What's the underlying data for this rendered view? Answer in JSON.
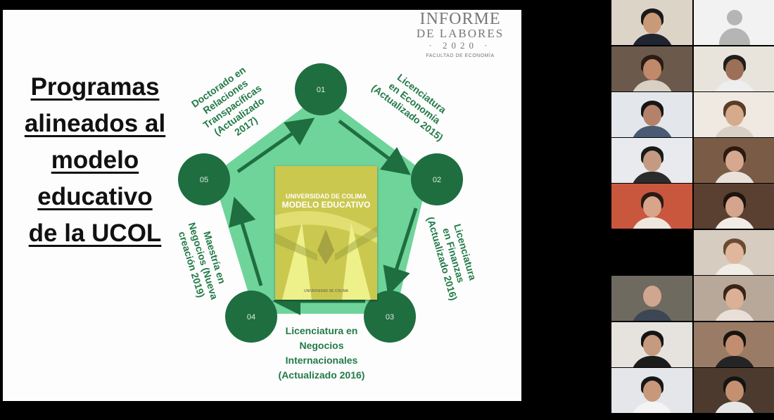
{
  "slide": {
    "title_lines": [
      "Programas",
      "alineados al",
      "modelo",
      "educativo",
      "de la UCOL"
    ],
    "logo": {
      "line1": "INFORME",
      "line2": "DE LABORES",
      "line3": "· 2020 ·",
      "line4": "FACULTAD DE ECONOMÍA"
    },
    "nodes": [
      "01",
      "02",
      "03",
      "04",
      "05"
    ],
    "programs": {
      "p01": [
        "Licenciatura",
        "en Economía",
        "(Actualizado 2015)"
      ],
      "p02": [
        "Licenciatura",
        "en Finanzas",
        "(Actualizado 2016)"
      ],
      "p03": [
        "Licenciatura en",
        "Negocios",
        "Internacionales",
        "(Actualizado 2016)"
      ],
      "p04": [
        "Maestría en",
        "Negocios (Nueva",
        "creación 2019)"
      ],
      "p05": [
        "Doctorado en",
        "Relaciones",
        "Transpacíficas",
        "(Actualizado",
        "2017)"
      ]
    },
    "book": {
      "line1": "UNIVERSIDAD DE COLIMA",
      "line2": "MODELO EDUCATIVO",
      "line3": "UNIVERSIDAD DE COLIMA"
    },
    "colors": {
      "node": "#1e6e40",
      "pentagon": "#5fcf8f",
      "program_text": "#237a48",
      "arrow": "#1e6e40"
    }
  },
  "participants": [
    {
      "name": "participant-1"
    },
    {
      "name": "participant-2-avatar"
    },
    {
      "name": "participant-3"
    },
    {
      "name": "participant-4"
    },
    {
      "name": "participant-5"
    },
    {
      "name": "participant-6"
    },
    {
      "name": "participant-7"
    },
    {
      "name": "participant-8"
    },
    {
      "name": "participant-9"
    },
    {
      "name": "participant-10"
    },
    {
      "name": "participant-11"
    },
    {
      "name": "participant-12"
    },
    {
      "name": "participant-13"
    },
    {
      "name": "participant-14"
    },
    {
      "name": "participant-15"
    },
    {
      "name": "participant-16"
    },
    {
      "name": "participant-17"
    },
    {
      "name": "participant-18"
    }
  ]
}
